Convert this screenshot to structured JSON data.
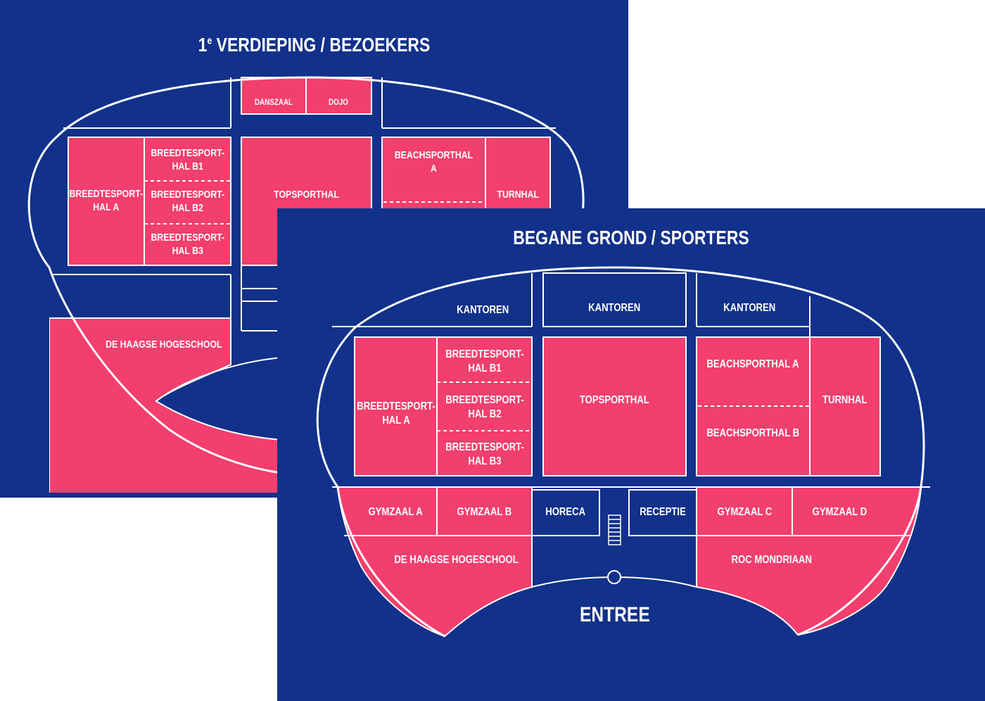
{
  "colors": {
    "background": "#12318a",
    "room": "#f23f6d",
    "line": "#ffffff"
  },
  "top_floor": {
    "title_prefix": "1",
    "title_sup": "e",
    "title_rest": " VERDIEPING / BEZOEKERS",
    "rooms": {
      "danszaal": "DANSZAAL",
      "dojo": "DOJO",
      "breedtesporthal_b1": "BREEDTESPORT-\nHAL B1",
      "breedtesporthal_a": "BREEDTESPORT-\nHAL A",
      "breedtesporthal_b2": "BREEDTESPORT-\nHAL B2",
      "breedtesporthal_b3": "BREEDTESPORT-\nHAL B3",
      "topsporthal": "TOPSPORTHAL",
      "beachsporthal_a": "BEACHSPORTHAL A",
      "turnhal": "TURNHAL",
      "de_haagse_hogeschool": "DE HAAGSE HOGESCHOOL"
    }
  },
  "ground_floor": {
    "title": "BEGANE GROND / SPORTERS",
    "rooms": {
      "kantoren_1": "KANTOREN",
      "kantoren_2": "KANTOREN",
      "kantoren_3": "KANTOREN",
      "breedtesporthal_a": "BREEDTESPORT-\nHAL A",
      "breedtesporthal_b1": "BREEDTESPORT-\nHAL B1",
      "breedtesporthal_b2": "BREEDTESPORT-\nHAL B2",
      "breedtesporthal_b3": "BREEDTESPORT-\nHAL B3",
      "topsporthal": "TOPSPORTHAL",
      "beachsporthal_a": "BEACHSPORTHAL A",
      "beachsporthal_b": "BEACHSPORTHAL B",
      "turnhal": "TURNHAL",
      "gymzaal_a": "GYMZAAL A",
      "gymzaal_b": "GYMZAAL B",
      "horeca": "HORECA",
      "receptie": "RECEPTIE",
      "gymzaal_c": "GYMZAAL C",
      "gymzaal_d": "GYMZAAL D",
      "de_haagse_hogeschool": "DE HAAGSE HOGESCHOOL",
      "roc_mondriaan": "ROC MONDRIAAN"
    },
    "entrance": "ENTREE"
  }
}
